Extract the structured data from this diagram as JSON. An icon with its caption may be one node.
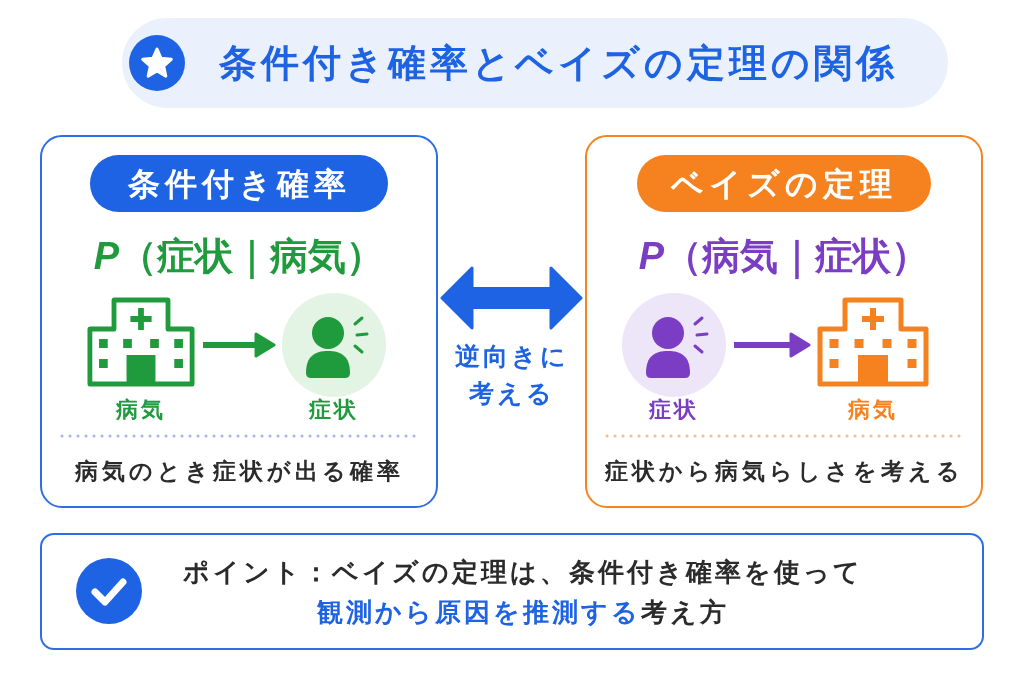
{
  "diagram": {
    "title": "条件付き確率とベイズの定理の関係",
    "nodes": [
      {
        "text": [
          "*P*（症状｜病気）",
          "病気のとき症状が出る確率"
        ]
      },
      {
        "text": [
          "条件付き確率"
        ],
        "in": 0
      },
      {
        "text": [],
        "shape": "picture",
        "beside": [
          "病気"
        ],
        "in": 0
      },
      {
        "text": [],
        "shape": "person",
        "beside": [
          "症状"
        ],
        "in": 0
      },
      {
        "text": [
          "*P*（病気｜症状）",
          "症状から病気らしさを考える"
        ]
      },
      {
        "text": [
          "ベイズの定理"
        ],
        "in": 4
      },
      {
        "text": [],
        "shape": "person",
        "beside": [
          "症状"
        ],
        "in": 4
      },
      {
        "text": [],
        "shape": "picture",
        "beside": [
          "病気"
        ],
        "in": 4
      },
      {
        "text": [
          "ポイント：ベイズの定理は、条件付き確率を使って**観測から原因を推測する**考え方"
        ]
      }
    ],
    "edges": [
      {
        "from": 0,
        "to": 4,
        "arrow": "both",
        "label": "逆向きに考える",
        "style": "thick",
        "color": "#1d63e3"
      },
      {
        "from": 2,
        "to": 3,
        "arrow": "to",
        "color": "#1f9a3c"
      },
      {
        "from": 6,
        "to": 7,
        "arrow": "to",
        "color": "#7b3dc4"
      }
    ]
  }
}
